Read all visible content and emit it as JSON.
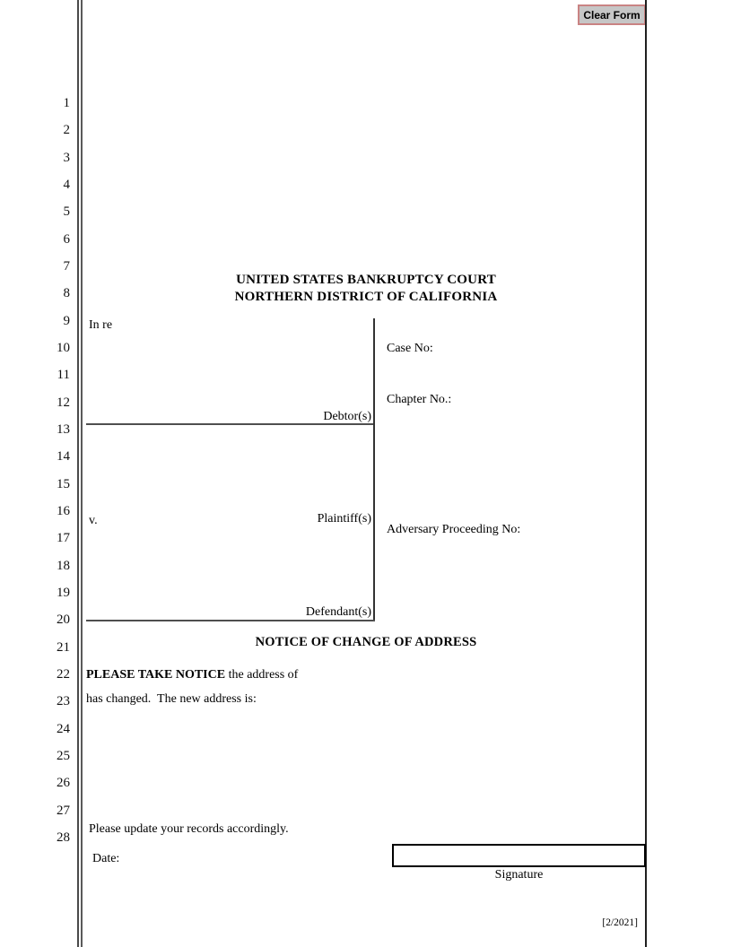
{
  "toolbar": {
    "clear_form_label": "Clear Form"
  },
  "line_numbers": [
    "1",
    "2",
    "3",
    "4",
    "5",
    "6",
    "7",
    "8",
    "9",
    "10",
    "11",
    "12",
    "13",
    "14",
    "15",
    "16",
    "17",
    "18",
    "19",
    "20",
    "21",
    "22",
    "23",
    "24",
    "25",
    "26",
    "27",
    "28"
  ],
  "header": {
    "court_line1": "UNITED STATES BANKRUPTCY COURT",
    "court_line2": "NORTHERN DISTRICT OF CALIFORNIA"
  },
  "caption": {
    "in_re": "In re",
    "debtor_label": "Debtor(s)",
    "versus": "v.",
    "plaintiff_label": "Plaintiff(s)",
    "defendant_label": "Defendant(s)",
    "case_no_label": "Case No:",
    "chapter_no_label": "Chapter No.:",
    "adversary_no_label": "Adversary Proceeding No:"
  },
  "body": {
    "title": "NOTICE OF CHANGE OF ADDRESS",
    "notice_bold": "PLEASE TAKE NOTICE",
    "notice_rest": " the address of",
    "changed_line": "has changed.  The new address is:",
    "update_line": "Please update your records accordingly.",
    "date_label": "Date:",
    "signature_label": "Signature"
  },
  "footer": {
    "revision": "[2/2021]"
  },
  "colors": {
    "clear_form_border": "#c98383",
    "clear_form_background": "#c6c6c6",
    "rule_color": "#3a3a3a"
  }
}
